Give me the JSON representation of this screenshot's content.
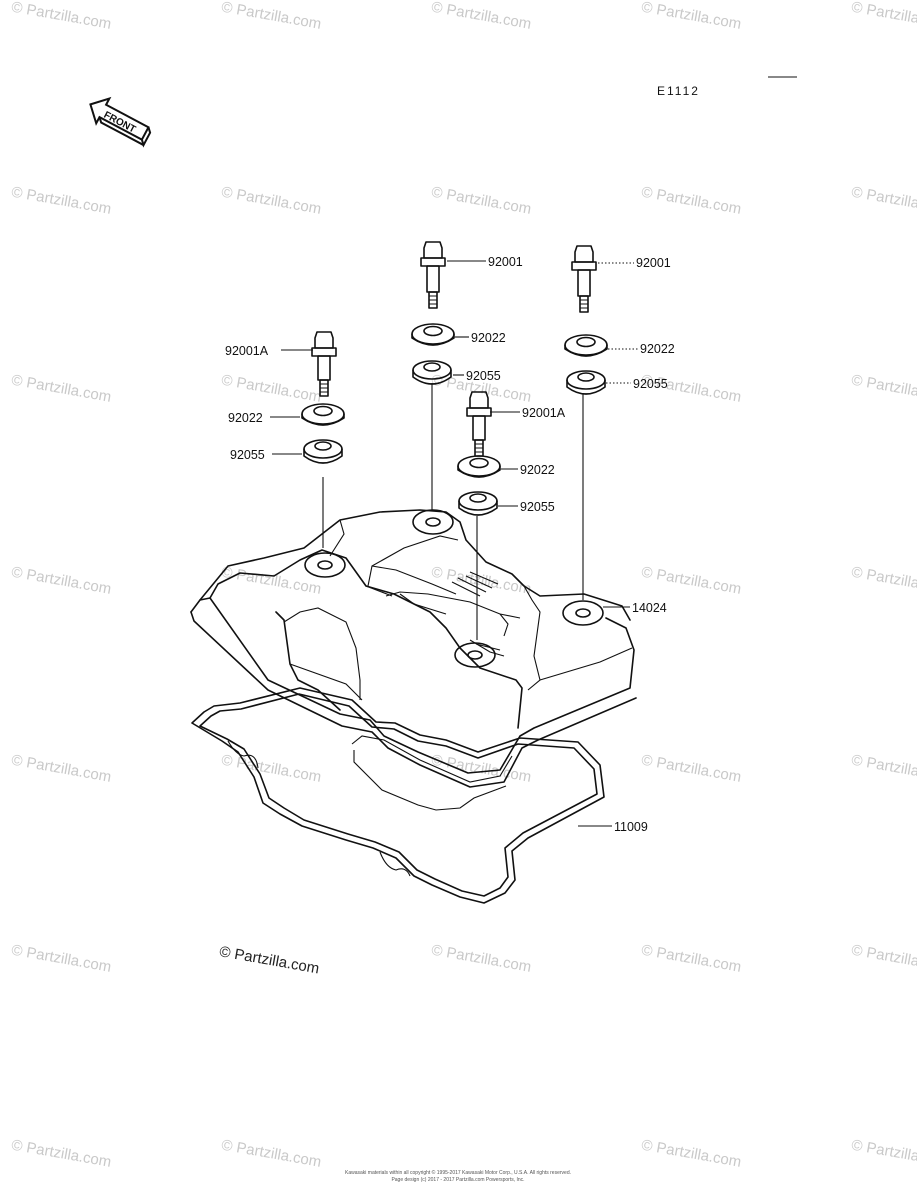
{
  "diagram_code": "E1112",
  "front_label": "FRONT",
  "watermark_text": "© Partzilla.com",
  "watermark_text_alt": "© Partzilla.com",
  "center_watermark": "© Partzilla.com",
  "copyright_line1": "Kawasaki materials within all copyright © 1995-2017 Kawasaki Motor Corp., U.S.A. All rights reserved.",
  "copyright_line2": "Page design (c) 2017 - 2017 Partzilla.com Powersports, Inc.",
  "parts": {
    "bolt_left": "92001A",
    "washer_left": "92022",
    "grommet_left": "92055",
    "bolt_center": "92001",
    "washer_center": "92022",
    "grommet_center": "92055",
    "bolt_mid": "92001A",
    "washer_mid": "92022",
    "grommet_mid": "92055",
    "bolt_right": "92001",
    "washer_right": "92022",
    "grommet_right": "92055",
    "cover": "14024",
    "gasket": "11009"
  }
}
